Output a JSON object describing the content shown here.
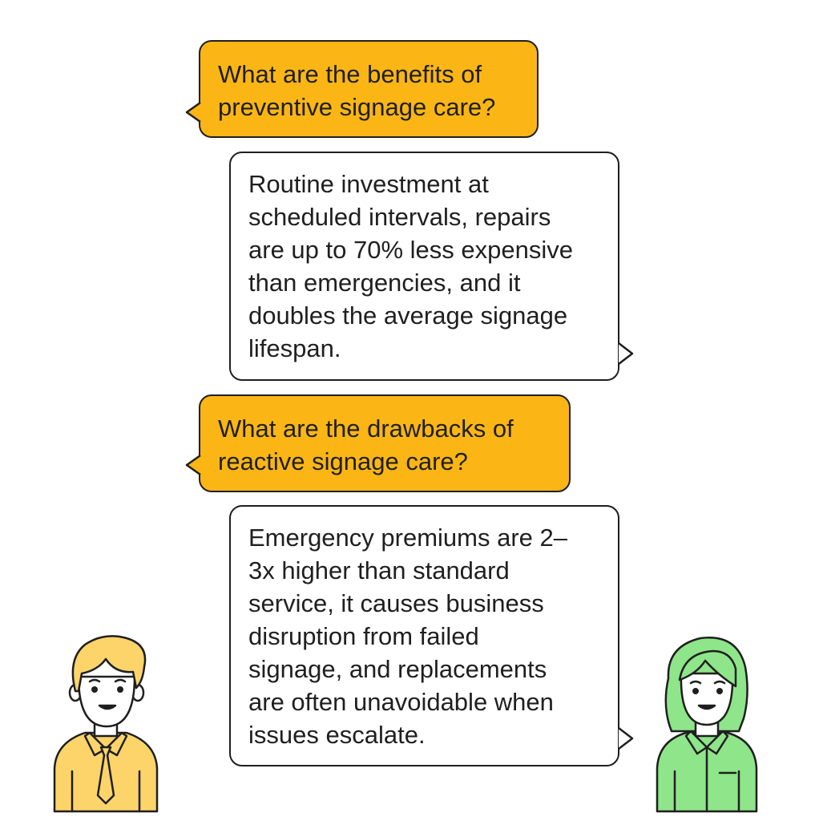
{
  "conversation": {
    "q1": {
      "lines": [
        "What are the benefits of",
        "preventive signage care?"
      ]
    },
    "a1": {
      "lines": [
        "Routine investment at",
        "scheduled intervals, repairs",
        "are up to 70% less expensive",
        "than emergencies, and it",
        "doubles the average signage",
        "lifespan."
      ]
    },
    "q2": {
      "lines": [
        "What are the drawbacks of",
        "reactive signage care?"
      ]
    },
    "a2": {
      "lines": [
        "Emergency premiums are 2–",
        "3x higher than standard",
        "service, it causes business",
        "disruption from failed",
        "signage, and replacements",
        "are often unavoidable when",
        "issues escalate."
      ]
    }
  },
  "colors": {
    "question_bubble": "#fbb615",
    "answer_bubble": "#ffffff",
    "outline": "#1f1f1f",
    "man_shirt": "#fdd46a",
    "man_hair": "#fdd46a",
    "woman_shirt": "#8fe58a",
    "woman_hair": "#8fe58a"
  },
  "characters": {
    "left": "man-avatar",
    "right": "woman-avatar"
  }
}
